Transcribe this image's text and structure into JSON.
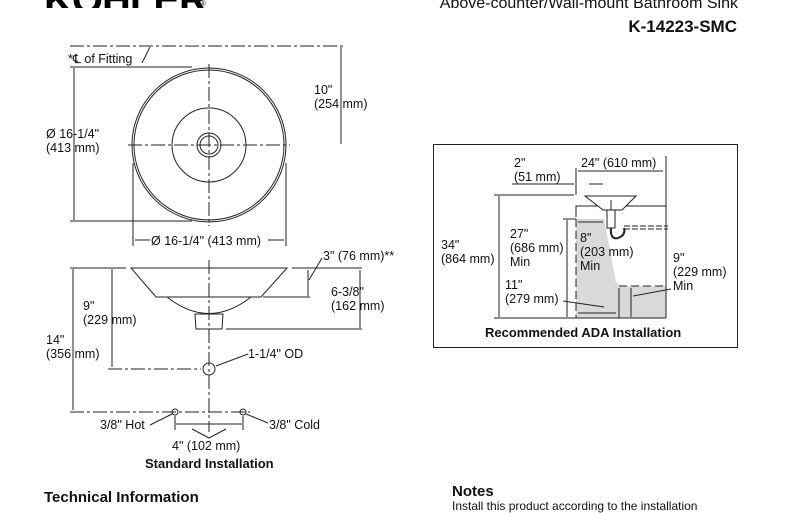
{
  "header": {
    "brand": "KOHLER",
    "registered_mark": "®",
    "product_type": "Above-counter/Wall-mount Bathroom Sink",
    "model_number": "K-14223-SMC"
  },
  "standard_drawing": {
    "top_view": {
      "centerline_label": "*℄ of Fitting",
      "centerline_to_center": "10\"\n(254 mm)",
      "diameter_vertical": "Ø 16-1/4\"\n(413 mm)",
      "diameter_horizontal": "Ø 16-1/4\" (413 mm)"
    },
    "side_view": {
      "rim_height": "3\" (76 mm)**",
      "bowl_depth": "6-3/8\"\n(162 mm)",
      "rim_to_drain": "9\"\n(229 mm)",
      "rim_to_supply": "14\"\n(356 mm)",
      "drain_label": "1-1/4\" OD",
      "hot_label": "3/8\" Hot",
      "cold_label": "3/8\" Cold",
      "supply_spacing": "4\" (102 mm)"
    },
    "caption": "Standard Installation"
  },
  "ada_drawing": {
    "setback": "2\"\n(51 mm)",
    "depth": "24\" (610 mm)",
    "rim_height": "34\"\n(864 mm)",
    "knee_clearance": "27\"\n(686 mm)\nMin",
    "knee_depth": "8\"\n(203 mm)\nMin",
    "toe_height": "9\"\n(229 mm)\nMin",
    "toe_depth": "11\"\n(279 mm)",
    "caption": "Recommended ADA Installation",
    "shade_color": "#d9d9d9"
  },
  "sections": {
    "technical_information": "Technical Information",
    "notes_heading": "Notes",
    "notes_text": "Install this product according to the installation"
  }
}
